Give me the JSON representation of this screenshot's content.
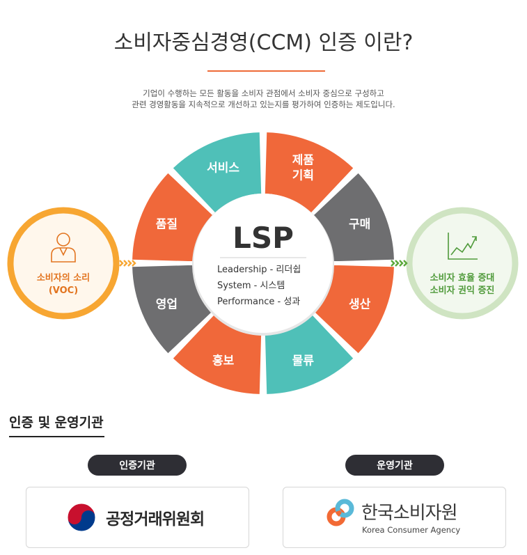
{
  "header": {
    "title": "소비자중심경영(CCM) 인증 이란?",
    "description_lines": [
      "기업이 수행하는 모든 활동을 소비자 관점에서 소비자 중심으로 구성하고",
      "관련 경영활동을 지속적으로 개선하고 있는지를 평가하여 인증하는 제도입니다."
    ]
  },
  "diagram": {
    "center_title": "LSP",
    "center_lines": [
      "Leadership - 리더쉽",
      "System - 시스템",
      "Performance - 성과"
    ],
    "segments": [
      {
        "lines": [
          "제품",
          "기획"
        ],
        "color": "#f0683a"
      },
      {
        "lines": [
          "구매"
        ],
        "color": "#6e6e70"
      },
      {
        "lines": [
          "생산"
        ],
        "color": "#f0683a"
      },
      {
        "lines": [
          "물류"
        ],
        "color": "#4fc0b8"
      },
      {
        "lines": [
          "홍보"
        ],
        "color": "#f0683a"
      },
      {
        "lines": [
          "영업"
        ],
        "color": "#6e6e70"
      },
      {
        "lines": [
          "품질"
        ],
        "color": "#f0683a"
      },
      {
        "lines": [
          "서비스"
        ],
        "color": "#4fc0b8"
      }
    ],
    "left_circle": {
      "lines": [
        "소비자의 소리",
        "(VOC)"
      ],
      "icon": "person-icon",
      "color": "#f7a632"
    },
    "right_circle": {
      "lines": [
        "소비자 효율 증대",
        "소비자 권익 증진"
      ],
      "icon": "growth-chart-icon",
      "color": "#4f9a3a"
    }
  },
  "organizations": {
    "section_title": "인증 및 운영기관",
    "certifying": {
      "label": "인증기관",
      "name": "공정거래위원회",
      "icon": "taegeuk-emblem-icon"
    },
    "operating": {
      "label": "운영기관",
      "name": "한국소비자원",
      "subtitle": "Korea Consumer Agency",
      "icon": "kca-emblem-icon"
    }
  }
}
